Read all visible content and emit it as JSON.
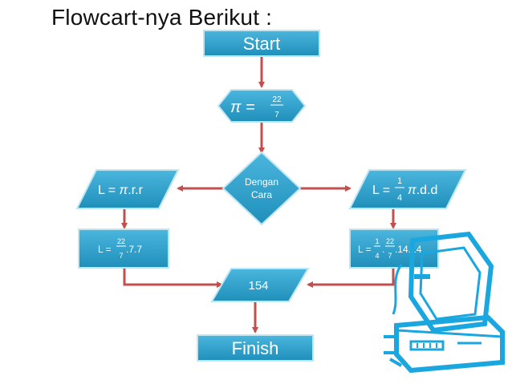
{
  "title": "Flowcart-nya Berikut :",
  "nodes": {
    "start": "Start",
    "pi_eq": "π =",
    "pi_num": "22",
    "pi_den": "7",
    "decision_line1": "Dengan",
    "decision_line2": "Cara",
    "left_io_prefix": "L = ",
    "left_io_pi": "π",
    "left_io_suffix": ".r.r",
    "right_io_prefix": "L = ",
    "right_io_num": "1",
    "right_io_den": "4",
    "right_io_pi": "π",
    "right_io_suffix": ".d.d",
    "left_proc_prefix": "L = ",
    "left_proc_num": "22",
    "left_proc_den": "7",
    "left_proc_suffix": ".7.7",
    "right_proc_prefix": "L =",
    "right_proc_num1": "1",
    "right_proc_den1": "4",
    "right_proc_dot": ".",
    "right_proc_num2": "22",
    "right_proc_den2": "7",
    "right_proc_suffix": ".14.14",
    "result": "154",
    "finish": "Finish"
  },
  "colors": {
    "node_fill": "#2e9fc9",
    "node_stroke": "#bfe6f3",
    "arrow": "#c0504d",
    "clipart": "#1aa7e0"
  }
}
